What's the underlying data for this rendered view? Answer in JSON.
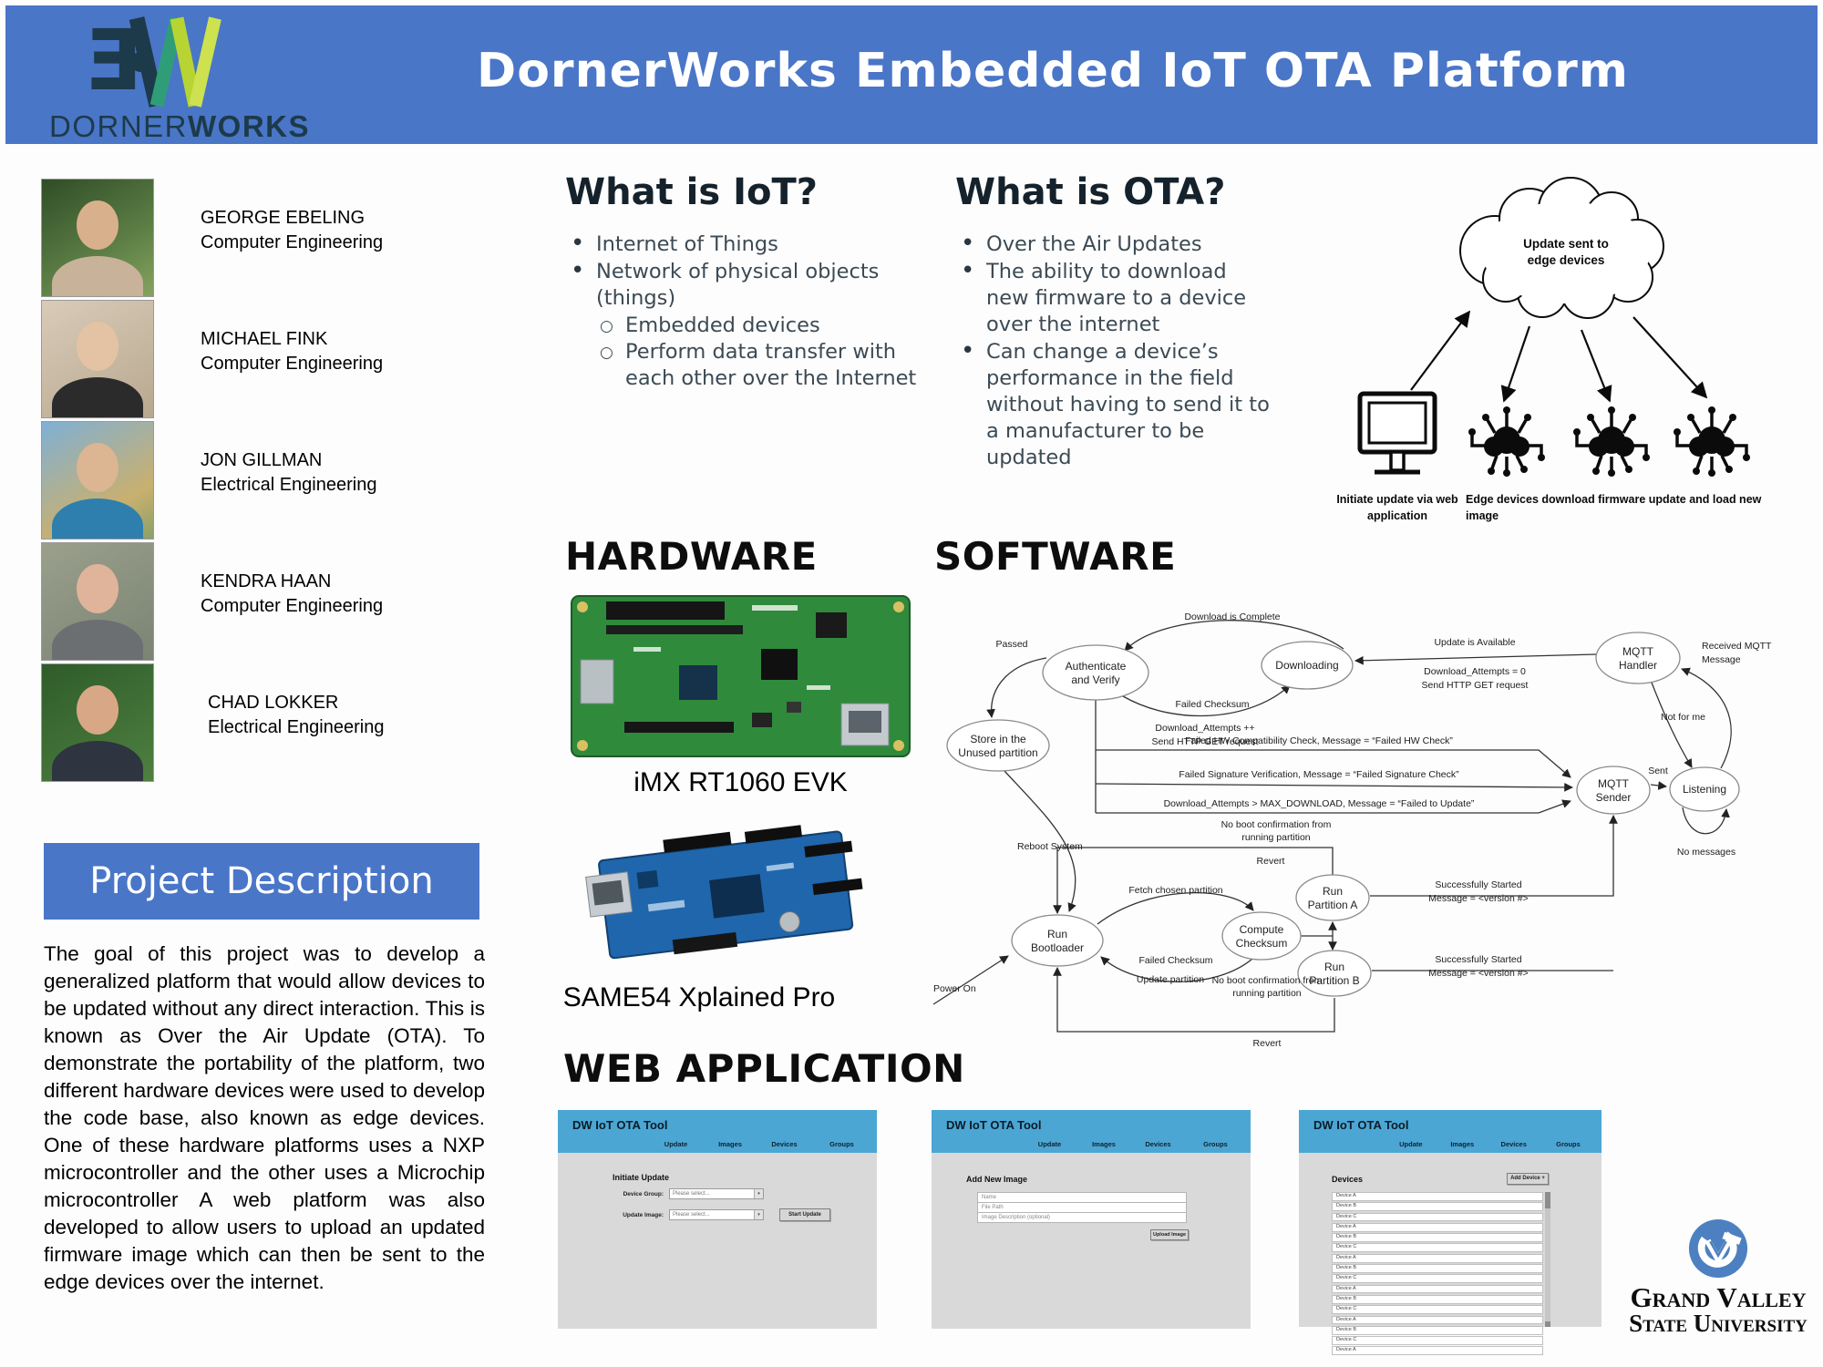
{
  "header": {
    "logo_text_regular": "DORNER",
    "logo_text_bold": "WORKS",
    "title": "DornerWorks Embedded IoT OTA Platform"
  },
  "team": [
    {
      "name": "GEORGE EBELING",
      "major": "Computer Engineering"
    },
    {
      "name": "MICHAEL FINK",
      "major": "Computer Engineering"
    },
    {
      "name": "JON GILLMAN",
      "major": "Electrical Engineering"
    },
    {
      "name": "KENDRA HAAN",
      "major": "Computer Engineering"
    },
    {
      "name": "CHAD LOKKER",
      "major": "Electrical Engineering"
    }
  ],
  "what_is_iot": {
    "title": "What is IoT?",
    "bullet_1": "Internet of Things",
    "bullet_2": "Network of physical objects (things)",
    "sub_bullet_1": "Embedded devices",
    "sub_bullet_2": "Perform data transfer with each other over the Internet"
  },
  "what_is_ota": {
    "title": "What is OTA?",
    "bullet_1": "Over the Air Updates",
    "bullet_2": "The ability to download new firmware to a device over the internet",
    "bullet_3": "Can change a device’s performance in the field without having to send it to a manufacturer to be updated"
  },
  "cloud_diagram": {
    "cloud_label": [
      "Update sent to",
      "edge devices"
    ],
    "monitor_caption": [
      "Initiate update via web",
      "application"
    ],
    "devices_caption": [
      "Edge devices download firmware update and load new",
      "image"
    ]
  },
  "hardware": {
    "title": "HARDWARE",
    "board_1_label": "iMX RT1060 EVK",
    "board_2_label": "SAME54 Xplained Pro"
  },
  "software": {
    "title": "SOFTWARE",
    "states": {
      "authenticate": [
        "Authenticate",
        "and Verify"
      ],
      "downloading": [
        "Downloading"
      ],
      "mqtt_handler": [
        "MQTT",
        "Handler"
      ],
      "store": [
        "Store in the",
        "Unused partition"
      ],
      "mqtt_sender": [
        "MQTT",
        "Sender"
      ],
      "listening": [
        "Listening"
      ],
      "run_bootloader": [
        "Run",
        "Bootloader"
      ],
      "compute_checksum": [
        "Compute",
        "Checksum"
      ],
      "run_partition_a": [
        "Run",
        "Partition A"
      ],
      "run_partition_b": [
        "Run",
        "Partition B"
      ]
    },
    "transitions": {
      "download_complete": "Download is Complete",
      "failed_checksum_top": "Failed Checksum",
      "download_attempts_pp": "Download_Attempts ++",
      "send_http_1": "Send HTTP GET request",
      "passed": "Passed",
      "update_available": "Update is Available",
      "download_attempts_0": "Download_Attempts = 0",
      "send_http_2": "Send HTTP GET request",
      "received_mqtt": [
        "Received MQTT",
        "Message"
      ],
      "not_for_me": "Not for me",
      "sent": "Sent",
      "no_messages": "No messages",
      "failed_hw": "Failed HW Compatibility Check, Message = “Failed HW Check”",
      "failed_sig": "Failed Signature Verification, Message = “Failed Signature Check”",
      "max_download": "Download_Attempts > MAX_DOWNLOAD, Message = “Failed to Update”",
      "reboot": "Reboot System",
      "power_on": "Power On",
      "fetch_partition": "Fetch chosen partition",
      "failed_checksum_bottom": "Failed Checksum",
      "update_partition": "Update partition",
      "no_boot_top": [
        "No boot confirmation from",
        "running partition"
      ],
      "revert_top": "Revert",
      "no_boot_bottom": [
        "No boot confirmation from",
        "running partition"
      ],
      "revert_bottom": "Revert",
      "success_top": [
        "Successfully Started",
        "Message = <version #>"
      ],
      "success_bottom": [
        "Successfully Started",
        "Message = <version #>"
      ]
    }
  },
  "project_description": {
    "title": "Project Description",
    "body": "The goal of this project was to develop a generalized platform that would allow devices to be updated without any direct interaction. This is known as Over the Air Update (OTA).  To demonstrate the portability of the platform, two different hardware devices were used to develop the code base, also known as edge devices. One of these hardware platforms uses a NXP microcontroller and the other uses a Microchip microcontroller A web platform was also developed to allow users to upload an updated firmware image which can then be sent to the edge devices over the internet."
  },
  "web_application": {
    "title": "WEB APPLICATION",
    "app_title": "DW IoT OTA Tool",
    "nav": [
      "Update",
      "Images",
      "Devices",
      "Groups"
    ],
    "screen_update": {
      "heading": "Initiate Update",
      "device_group_label": "Device Group:",
      "update_image_label": "Update Image:",
      "select_placeholder": "Please select...",
      "button": "Start Update"
    },
    "screen_images": {
      "heading": "Add New Image",
      "name_placeholder": "Name",
      "file_placeholder": "File Path",
      "description_placeholder": "Image Description (optional)",
      "button": "Upload Image"
    },
    "screen_devices": {
      "heading": "Devices",
      "button": "Add Device +",
      "rows": [
        "Device A",
        "Device B",
        "Device C",
        "Device A",
        "Device B",
        "Device C",
        "Device A",
        "Device B",
        "Device C",
        "Device A",
        "Device B",
        "Device C",
        "Device A",
        "Device B",
        "Device C",
        "Device A"
      ]
    }
  },
  "footer_logo": {
    "line_1": "Grand Valley",
    "line_2": "State University"
  }
}
